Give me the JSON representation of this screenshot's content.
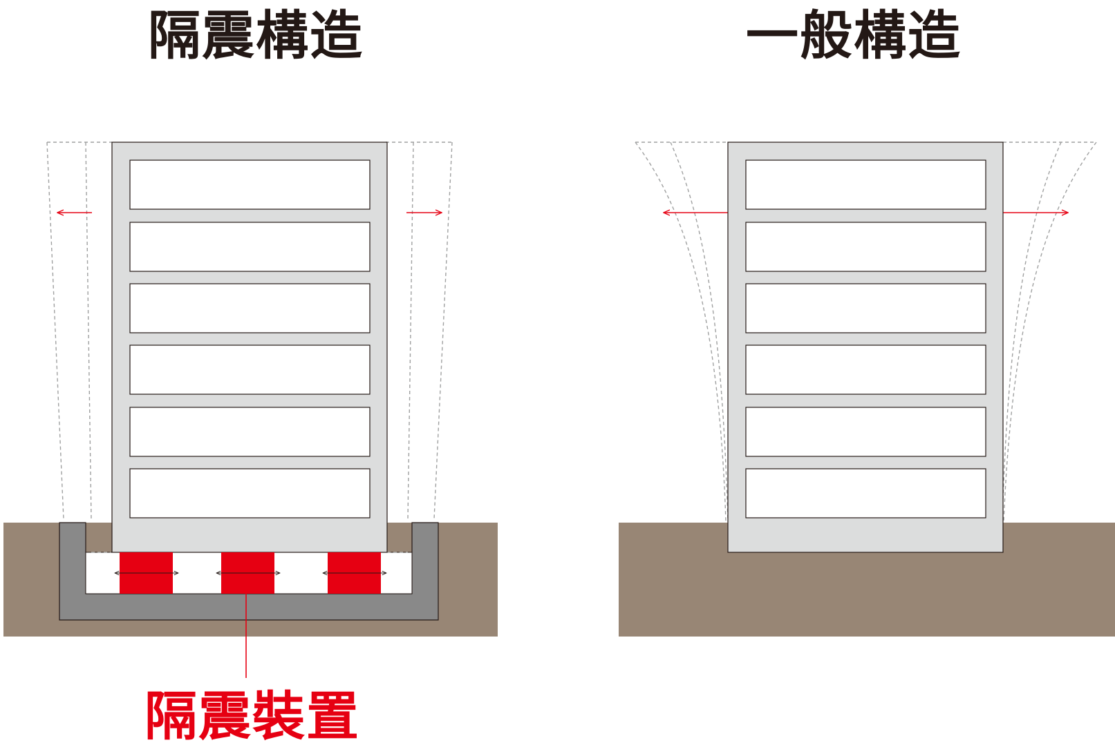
{
  "titles": {
    "left": "隔震構造",
    "right": "一般構造"
  },
  "labels": {
    "isolation_device": "隔震裝置"
  },
  "colors": {
    "ground": "#988675",
    "foundation": "#898989",
    "building_frame": "#dcdddd",
    "floor_fill": "#ffffff",
    "outline": "#231815",
    "isolator": "#e60012",
    "accent_arrow": "#e60012",
    "dashed_outline": "#9fa0a0",
    "title_text": "#231815",
    "label_text": "#e60012"
  },
  "diagram": {
    "left": {
      "floors": 6,
      "isolators": 3
    },
    "right": {
      "floors": 6
    }
  }
}
